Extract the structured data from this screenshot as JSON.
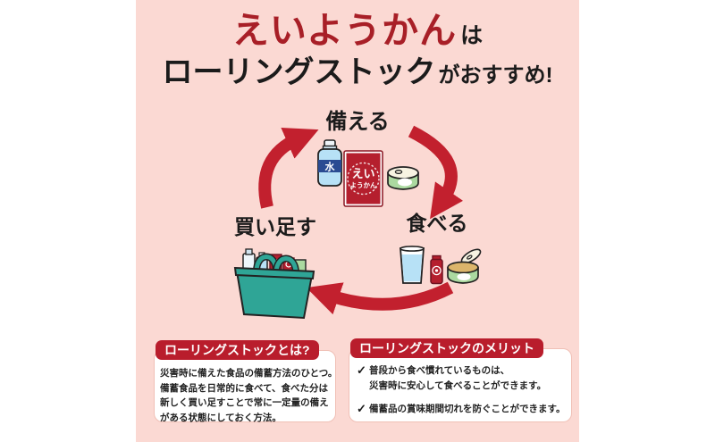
{
  "panel": {
    "page_background": "#ffffff",
    "background": "#fbd9d3"
  },
  "colors": {
    "title_red": "#a81f27",
    "header_red": "#b91d2c",
    "arrow_red": "#c2202e",
    "text_black": "#1b1b1b",
    "basket_teal": "#2fa596",
    "water_blue": "#b7e1f6",
    "bottle_label_blue": "#2a4b92",
    "can_green": "#abd9a0"
  },
  "title": {
    "line1_brand": "えいようかん",
    "line1_suffix": "は",
    "line2_main": "ローリングストック",
    "line2_suffix": "がおすすめ!"
  },
  "cycle": {
    "step_prepare": "備える",
    "step_eat": "食べる",
    "step_buy": "買い足す",
    "bottle_kanji": "水",
    "pack_text_top": "えい",
    "pack_text_bottom": "ようかん"
  },
  "about_box": {
    "header": "ローリングストックとは?",
    "lines": [
      "災害時に備えた食品の備蓄方法のひとつ。",
      "備蓄食品を日常的に食べて、食べた分は",
      "新しく買い足すことで常に一定量の備え",
      "がある状態にしておく方法。"
    ]
  },
  "merit_box": {
    "header": "ローリングストックのメリット",
    "check_mark": "✓",
    "items": [
      {
        "lines": [
          "普段から食べ慣れているものは、",
          "災害時に安心して食べることができます。"
        ]
      },
      {
        "lines": [
          "備蓄品の賞味期間切れを防ぐことができます。"
        ]
      }
    ]
  }
}
